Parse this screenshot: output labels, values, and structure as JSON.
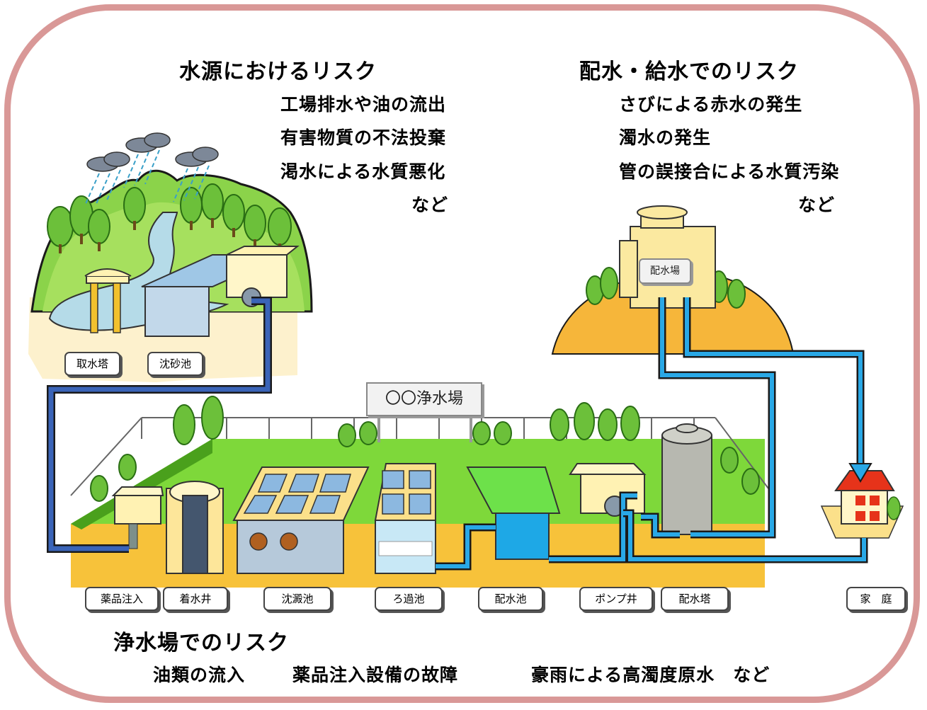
{
  "source_risk": {
    "title": "水源におけるリスク",
    "items": [
      "工場排水や油の流出",
      "有害物質の不法投棄",
      "渇水による水質悪化"
    ],
    "etc": "など"
  },
  "distribution_risk": {
    "title": "配水・給水でのリスク",
    "items": [
      "さびによる赤水の発生",
      "濁水の発生",
      "管の誤接合による水質汚染"
    ],
    "etc": "など"
  },
  "plant_risk": {
    "title": "浄水場でのリスク",
    "items": [
      "油類の流入",
      "薬品注入設備の故障",
      "豪雨による高濁度原水　など"
    ]
  },
  "plant_sign": "〇〇浄水場",
  "reservoir_sign": "配水場",
  "labels": {
    "intake_tower": "取水塔",
    "grit_chamber": "沈砂池",
    "chemical_injection": "薬品注入",
    "receiving_well": "着水井",
    "sedimentation": "沈澱池",
    "filtration": "ろ過池",
    "clear_well": "配水池",
    "pump_well": "ポンプ井",
    "water_tower": "配水塔",
    "household": "家　庭"
  },
  "colors": {
    "frame": "#d99897",
    "grass": "#7ed83a",
    "soil": "#f7b733",
    "raw_pipe": "#3a64b8",
    "clean_pipe": "#29a8e6"
  }
}
